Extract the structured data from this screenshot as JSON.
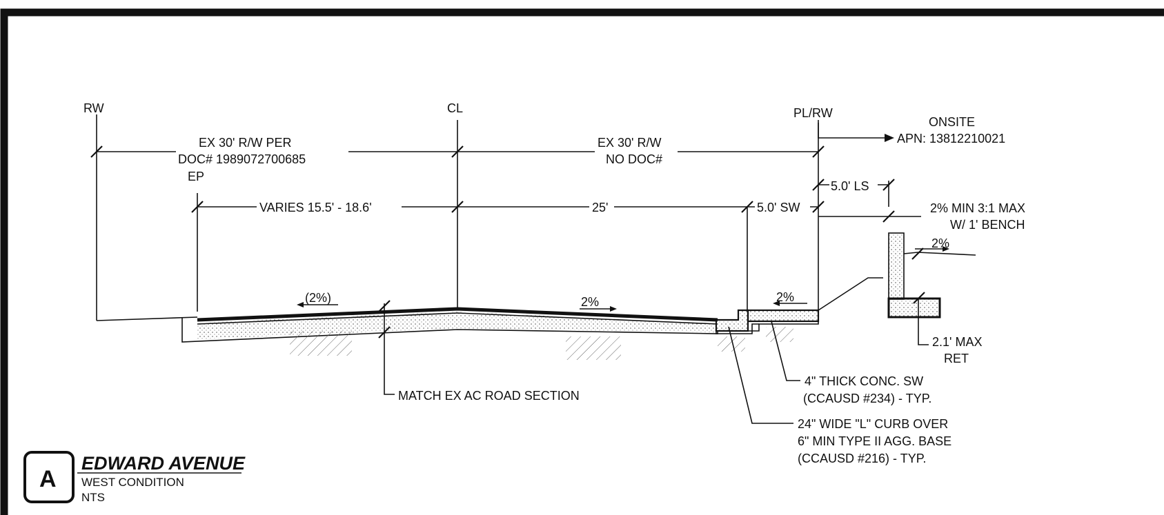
{
  "drawing": {
    "labels": {
      "rw": "RW",
      "cl": "CL",
      "pl_rw": "PL/RW",
      "onsite": "ONSITE",
      "apn": "APN: 13812210021",
      "ex_rw_per": "EX 30' R/W PER",
      "doc_num": "DOC# 1989072700685",
      "ep": "EP",
      "ex_rw": "EX 30' R/W",
      "no_doc": "NO DOC#",
      "ls": "5.0' LS",
      "varies": "VARIES 15.5' - 18.6'",
      "dim_25": "25'",
      "sw": "5.0' SW",
      "slope_min_max": "2% MIN 3:1 MAX",
      "bench": "W/ 1' BENCH",
      "slope_onsite": "2%",
      "slope_left": "(2%)",
      "slope_right": "2%",
      "slope_sw": "2%",
      "ret": "2.1' MAX",
      "ret2": "RET",
      "match_ac": "MATCH EX AC ROAD SECTION",
      "conc_sw_1": "4\" THICK CONC. SW",
      "conc_sw_2": "(CCAUSD #234) - TYP.",
      "curb_1": "24\" WIDE \"L\" CURB OVER",
      "curb_2": "6\" MIN TYPE II AGG. BASE",
      "curb_3": "(CCAUSD #216) - TYP."
    },
    "title_block": {
      "badge": "A",
      "title": "EDWARD AVENUE",
      "subtitle": "WEST CONDITION",
      "scale": "NTS"
    }
  }
}
